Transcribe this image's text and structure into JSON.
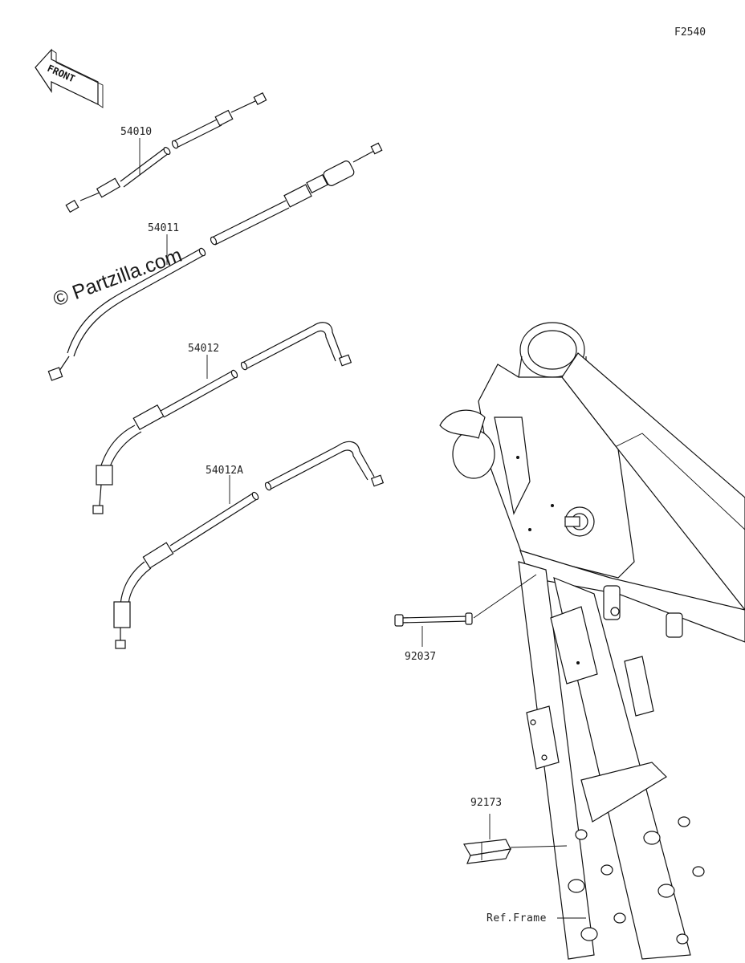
{
  "diagram_code": "F2540",
  "front_label": "FRONT",
  "watermark": "© Partzilla.com",
  "parts": [
    {
      "number": "54010"
    },
    {
      "number": "54011"
    },
    {
      "number": "54012"
    },
    {
      "number": "54012A"
    },
    {
      "number": "92037"
    },
    {
      "number": "92173"
    }
  ],
  "reference_label": "Ref.Frame"
}
